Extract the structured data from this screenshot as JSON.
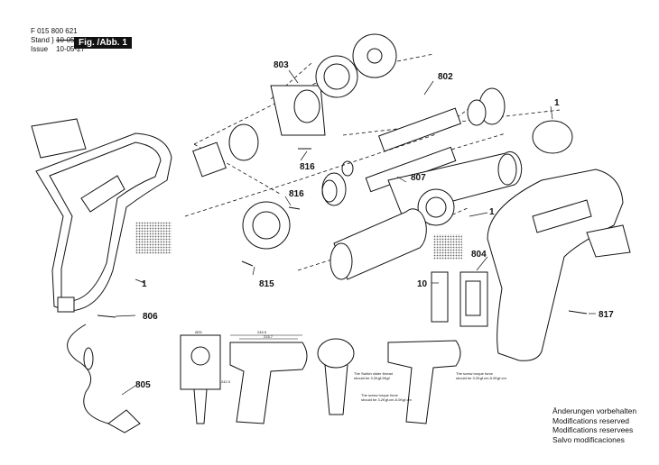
{
  "header": {
    "doc_number": "F 015 800 621",
    "stand_label": "Stand",
    "stand_old": "10-05-19",
    "issue_label": "Issue",
    "issue_date": "10-05-27",
    "figure_label": "Fig. /Abb. 1"
  },
  "callouts": {
    "p803": "803",
    "p802": "802",
    "p816a": "816",
    "p816b": "816",
    "p807": "807",
    "p1a": "1",
    "p1b": "1",
    "p1c": "1",
    "p815": "815",
    "p804": "804",
    "p10": "10",
    "p806": "806",
    "p817": "817",
    "p805": "805"
  },
  "notes": {
    "line1": "Änderungen vorbehalten",
    "line2": "Modifications reserved",
    "line3": "Modifications reservees",
    "line4": "Salvo modificaciones"
  },
  "dims": {
    "d1": "245.9",
    "d2": "215.7",
    "d3": "242.3",
    "d4": "Ø25"
  },
  "torque": {
    "t1a": "The Switch slider thread",
    "t1b": "should be 3.2Kgf-5Kgf",
    "t2a": "The screw torque force",
    "t2b": "should be 3.2Kgf.cm-5.0Kgf.cm",
    "t3a": "The screw torque force",
    "t3b": "should be 3.2Kgf.cm-5.0Kgf.cm"
  }
}
